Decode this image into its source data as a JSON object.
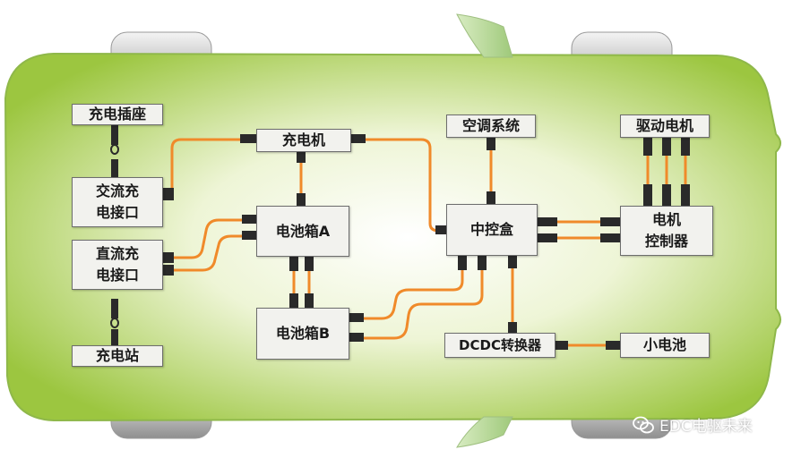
{
  "diagram": {
    "nodes": {
      "charging_socket": "充电插座",
      "ac_port_line1": "交流充",
      "ac_port_line2": "电接口",
      "dc_port_line1": "直流充",
      "dc_port_line2": "电接口",
      "charging_station": "充电站",
      "charger": "充电机",
      "battery_a": "电池箱A",
      "battery_b": "电池箱B",
      "ac_system": "空调系统",
      "central_box": "中控盒",
      "dcdc_converter": "DCDC转换器",
      "small_battery": "小电池",
      "drive_motor": "驱动电机",
      "motor_controller_line1": "电机",
      "motor_controller_line2": "控制器"
    },
    "cable_color": "#f08a2a",
    "car_body_color": "#b9d56a",
    "watermark": "EDC电驱未来"
  }
}
